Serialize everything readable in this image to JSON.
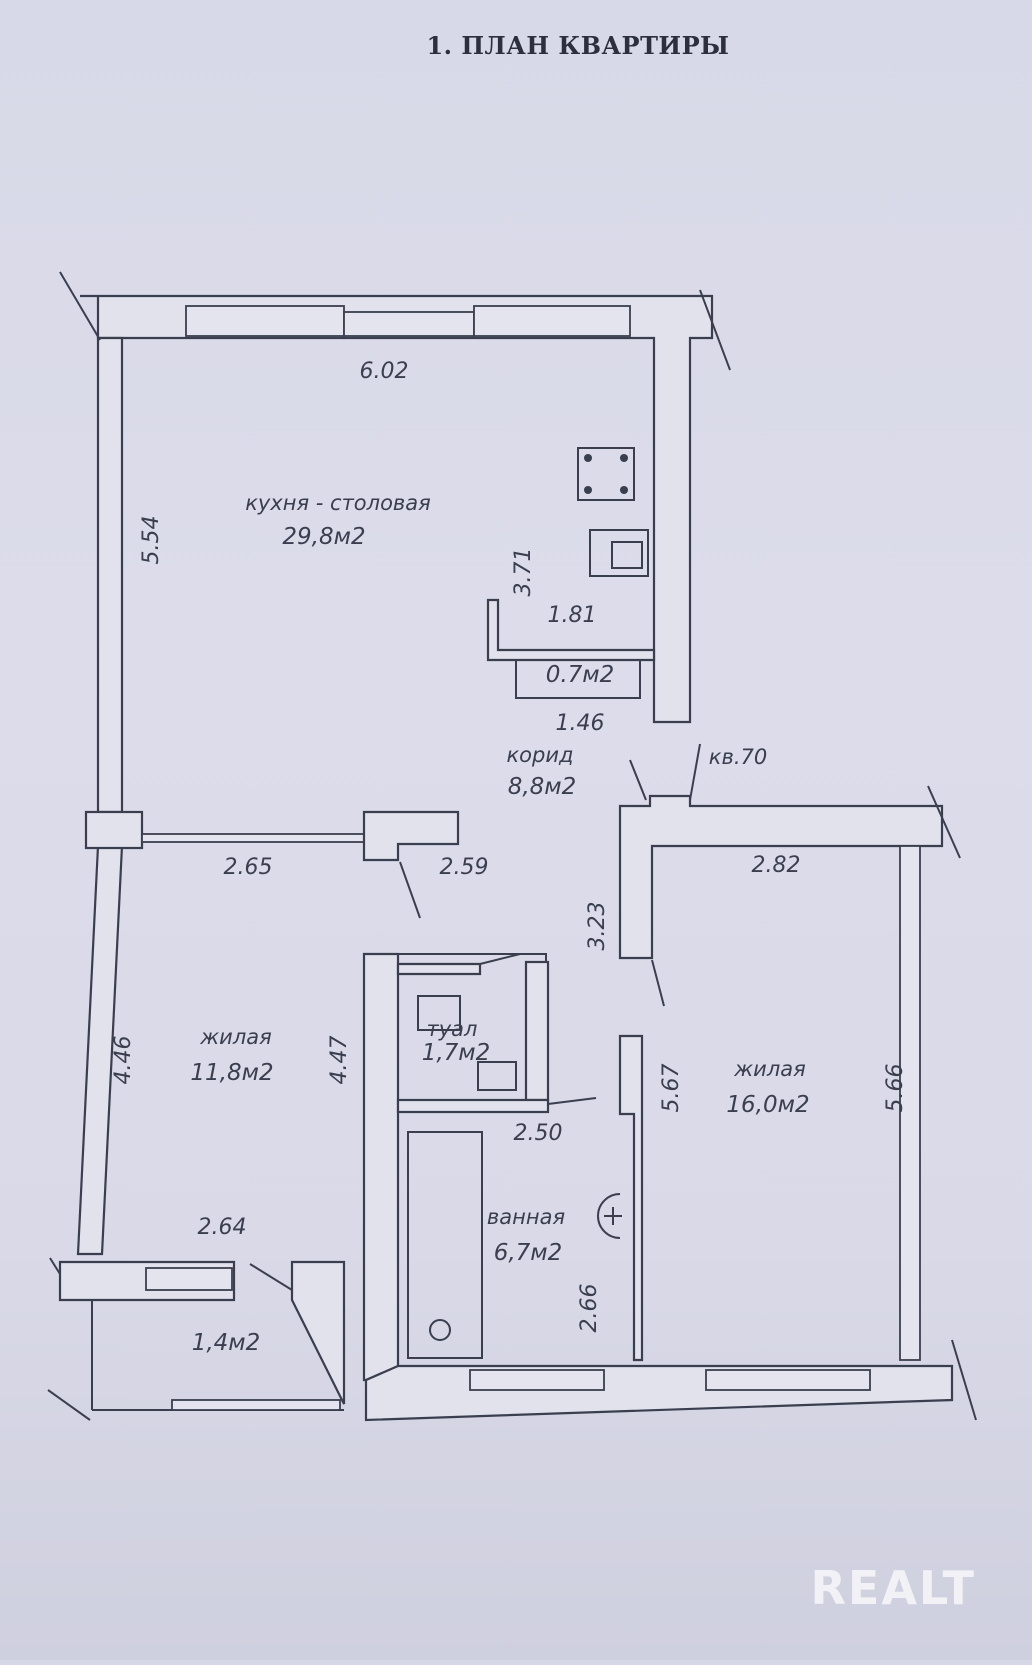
{
  "title": "1. ПЛАН КВАРТИРЫ",
  "apartment_label": "кв.70",
  "rooms": [
    {
      "id": "kitchen",
      "name": "кухня - столовая",
      "area": "29,8м2"
    },
    {
      "id": "corridor",
      "name": "корид",
      "area": "8,8м2"
    },
    {
      "id": "living_left",
      "name": "жилая",
      "area": "11,8м2"
    },
    {
      "id": "toilet",
      "name": "туал",
      "area": "1,7м2"
    },
    {
      "id": "bath",
      "name": "ванная",
      "area": "6,7м2"
    },
    {
      "id": "living_right",
      "name": "жилая",
      "area": "16,0м2"
    },
    {
      "id": "storage",
      "area": "0.7м2"
    },
    {
      "id": "balcony",
      "area": "1,4м2"
    }
  ],
  "dimensions": {
    "kitchen_width": "6.02",
    "kitchen_length": "5.54",
    "niche_length": "3.71",
    "niche_width": "1.81",
    "storage_width": "1.46",
    "left_room_width_a": "2.65",
    "left_room_width_b": "2.59",
    "corridor_length": "3.23",
    "right_room_width": "2.82",
    "left_room_length": "4.46",
    "toilet_wall_length": "4.47",
    "right_room_length_a": "5.67",
    "right_room_length_b": "5.66",
    "bath_width": "2.50",
    "balcony_width": "2.64",
    "bath_length": "2.66"
  },
  "watermark": "REALT"
}
